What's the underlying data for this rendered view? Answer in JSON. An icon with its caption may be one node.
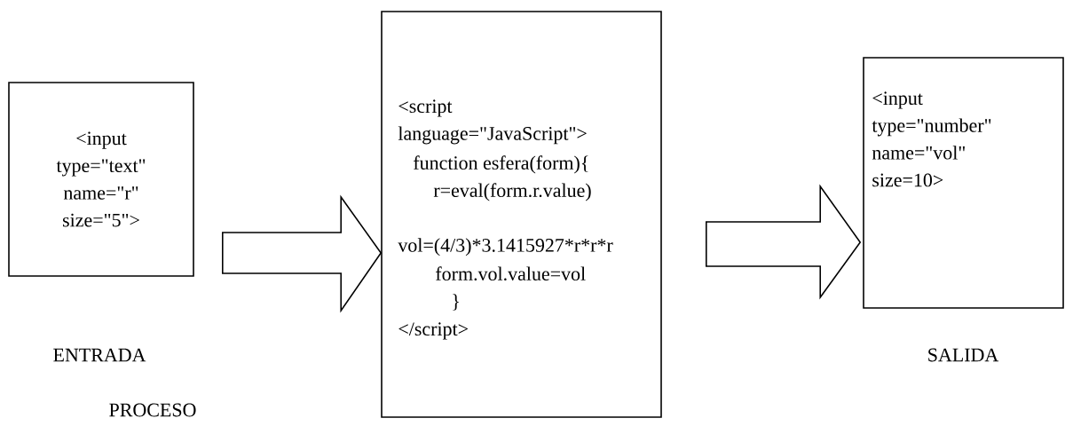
{
  "diagram": {
    "nodes": [
      {
        "text": [
          "<input type=\"text\" name=\"r\" size=\"5\">"
        ],
        "beside": [
          "ENTRADA"
        ]
      },
      {
        "text": [
          "<script language=\"JavaScript\">",
          "function esfera(form){",
          "r=eval(form.r.value)",
          "vol=(4/3)*3.1415927*r*r*r",
          "form.vol.value=vol",
          "}",
          "</script>"
        ]
      },
      {
        "text": [
          "<input type=\"number\" name=\"vol\" size=10>"
        ],
        "beside": [
          "SALIDA"
        ]
      }
    ],
    "edges": [
      {
        "from": 0,
        "to": 1,
        "arrow": "to"
      },
      {
        "from": 1,
        "to": 2,
        "arrow": "to"
      }
    ],
    "labels": [
      "PROCESO"
    ]
  }
}
